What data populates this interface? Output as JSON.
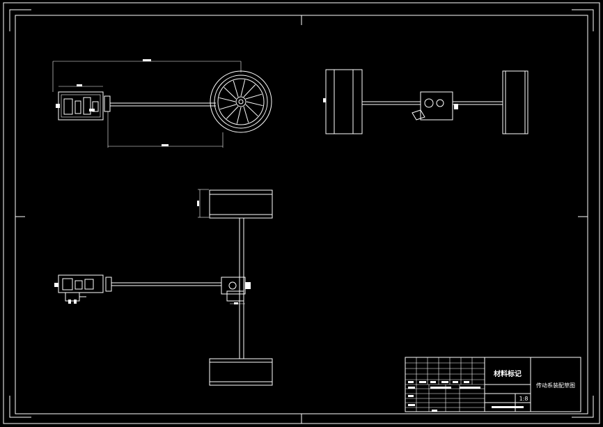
{
  "colors": {
    "background": "#000000",
    "line": "#ffffff"
  },
  "title_block": {
    "material_label": "材料标记",
    "drawing_name": "传动系装配草图",
    "scale": "1:8"
  }
}
